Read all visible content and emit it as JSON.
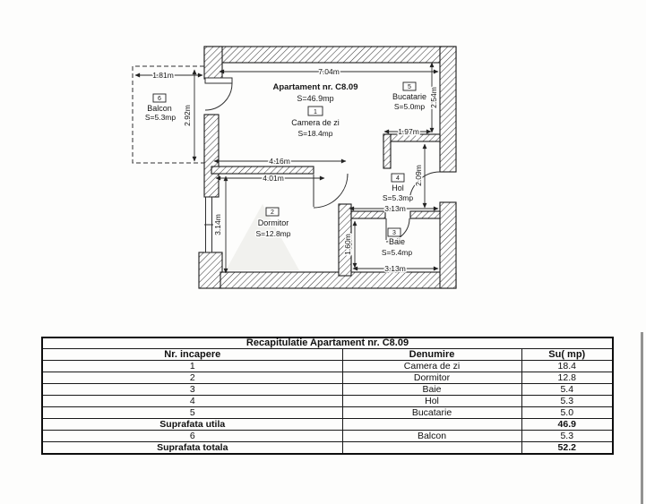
{
  "plan": {
    "header": {
      "title": "Apartament nr. C8.09",
      "area": "S=46.9mp"
    },
    "rooms": {
      "living": {
        "num": "1",
        "name": "Camera de zi",
        "area": "S=18.4mp"
      },
      "dormitor": {
        "num": "2",
        "name": "Dormitor",
        "area": "S=12.8mp"
      },
      "baie": {
        "num": "3",
        "name": "Baie",
        "area": "S=5.4mp"
      },
      "hol": {
        "num": "4",
        "name": "Hol",
        "area": "S=5.3mp"
      },
      "bucatarie": {
        "num": "5",
        "name": "Bucatarie",
        "area": "S=5.0mp"
      },
      "balcon": {
        "num": "6",
        "name": "Balcon",
        "area": "S=5.3mp"
      }
    },
    "dims": {
      "top_width": "7.04m",
      "balcon_width": "1.81m",
      "balcon_height": "2.92m",
      "bucatarie_height": "2.54m",
      "bucatarie_width": "1.97m",
      "hol_height": "2.09m",
      "living_width_upper": "4.16m",
      "living_width_lower": "4.01m",
      "dormitor_height": "3.14m",
      "hol_width": "3.13m",
      "baie_height": "1.60m",
      "baie_width": "3.13m"
    }
  },
  "table": {
    "title": "Recapitulatie Apartament nr. C8.09",
    "headers": [
      "Nr. incapere",
      "Denumire",
      "Su( mp)"
    ],
    "rows": [
      {
        "nr": "1",
        "denumire": "Camera de zi",
        "su": "18.4"
      },
      {
        "nr": "2",
        "denumire": "Dormitor",
        "su": "12.8"
      },
      {
        "nr": "3",
        "denumire": "Baie",
        "su": "5.4"
      },
      {
        "nr": "4",
        "denumire": "Hol",
        "su": "5.3"
      },
      {
        "nr": "5",
        "denumire": "Bucatarie",
        "su": "5.0"
      },
      {
        "nr": "Suprafata utila",
        "denumire": "",
        "su": "46.9"
      },
      {
        "nr": "6",
        "denumire": "Balcon",
        "su": "5.3"
      },
      {
        "nr": "Suprafata totala",
        "denumire": "",
        "su": "52.2"
      }
    ]
  }
}
